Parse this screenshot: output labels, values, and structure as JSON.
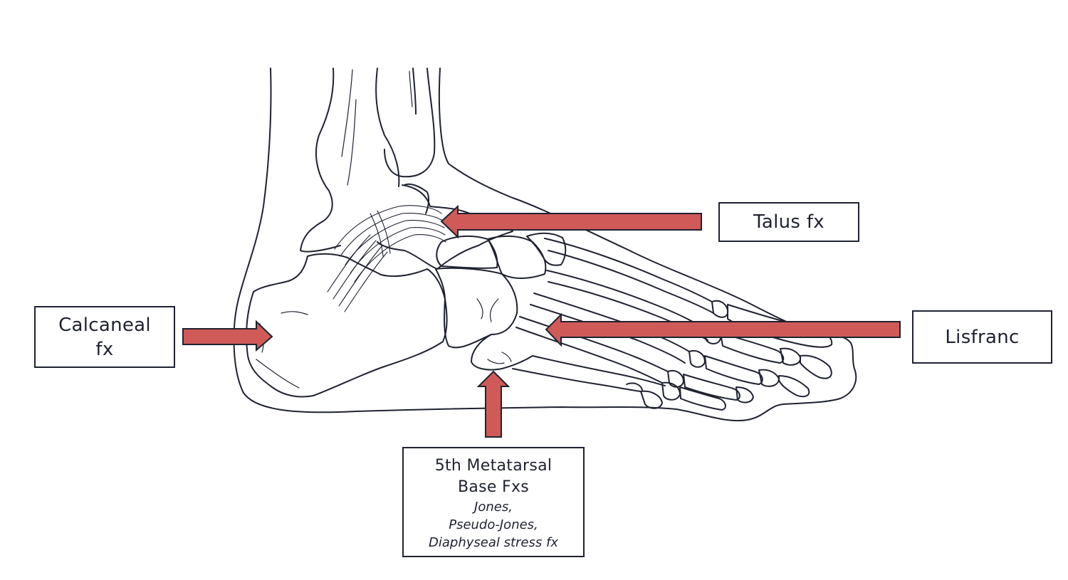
{
  "diagram": {
    "colors": {
      "arrow_fill": "#cf5a57",
      "arrow_stroke": "#1f2230",
      "line": "#1f2230",
      "box_border": "#1f2230",
      "background": "#ffffff"
    },
    "labels": {
      "talus": {
        "text": "Talus fx"
      },
      "calcaneal": {
        "text": "Calcaneal\nfx"
      },
      "lisfranc": {
        "text": "Lisfranc"
      },
      "fifth_metatarsal": {
        "title": "5th Metatarsal\nBase Fxs",
        "subtitle_lines": [
          "Jones,",
          "Pseudo-Jones,",
          "Diaphyseal stress fx"
        ]
      }
    },
    "arrows": [
      {
        "name": "talus-arrow",
        "direction": "left"
      },
      {
        "name": "calcaneal-arrow",
        "direction": "right"
      },
      {
        "name": "lisfranc-arrow",
        "direction": "left"
      },
      {
        "name": "fifth-metatarsal-arrow",
        "direction": "up"
      }
    ],
    "illustration": "foot-skeleton-lateral-view"
  }
}
